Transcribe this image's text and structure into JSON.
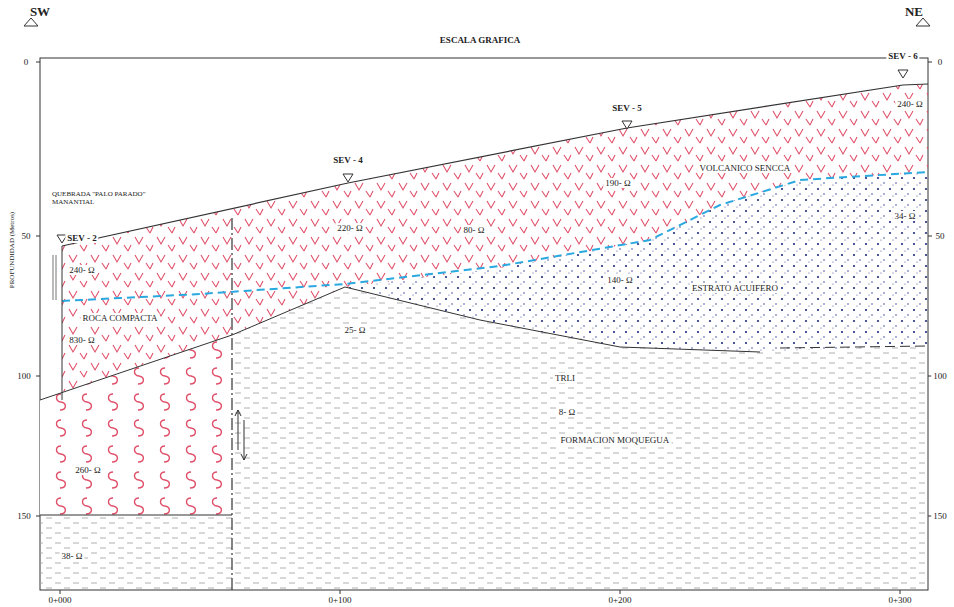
{
  "diagram": {
    "labels": [
      "SW",
      "NE",
      "ESCALA GRAFICA",
      "SEV - 2",
      "SEV - 4",
      "SEV - 5",
      "SEV - 6",
      "QUEBRADA \"PALO PARADO\" MANANTIAL",
      "VOLCANICO SENCCA",
      "ESTRATO ACUIFERO",
      "ROCA COMPACTA",
      "TRLI",
      "FORMACION MOQUEGUA",
      "240- Ω",
      "190- Ω",
      "220- Ω",
      "80- Ω",
      "140- Ω",
      "34- Ω",
      "240- Ω",
      "830- Ω",
      "25- Ω",
      "8- Ω",
      "260- Ω",
      "38- Ω",
      "PROFUNDIDAD (Metros)",
      "0",
      "50",
      "100",
      "150",
      "0",
      "50",
      "100",
      "150",
      "0+000",
      "0+100",
      "0+200",
      "0+300"
    ]
  }
}
